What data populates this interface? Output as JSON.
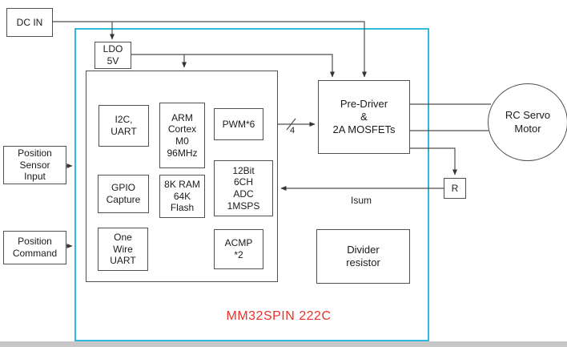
{
  "colors": {
    "chip_border": "#2fb9dc",
    "chip_label": "#e8312a",
    "wire": "#4f4f4f"
  },
  "diagram": {
    "external": {
      "dc_in": "DC IN",
      "position_sensor": "Position\nSensor\nInput",
      "position_command": "Position\nCommand",
      "motor": "RC Servo\nMotor"
    },
    "chip": {
      "label": "MM32SPIN 222C",
      "ldo": "LDO\n5V",
      "predriver": "Pre-Driver\n&\n2A MOSFETs",
      "divider": "Divider\nresistor",
      "shunt": "R",
      "mcu": {
        "i2c_uart": "I2C,\nUART",
        "arm_core": "ARM\nCortex\nM0\n96MHz",
        "pwm": "PWM*6",
        "gpio_capture": "GPIO\nCapture",
        "memory": "8K RAM\n64K\nFlash",
        "adc": "12Bit\n6CH\nADC\n1MSPS",
        "one_wire_uart": "One\nWire\nUART",
        "acmp": "ACMP\n*2"
      }
    },
    "annotations": {
      "bus_width": "4",
      "isum": "Isum"
    }
  }
}
